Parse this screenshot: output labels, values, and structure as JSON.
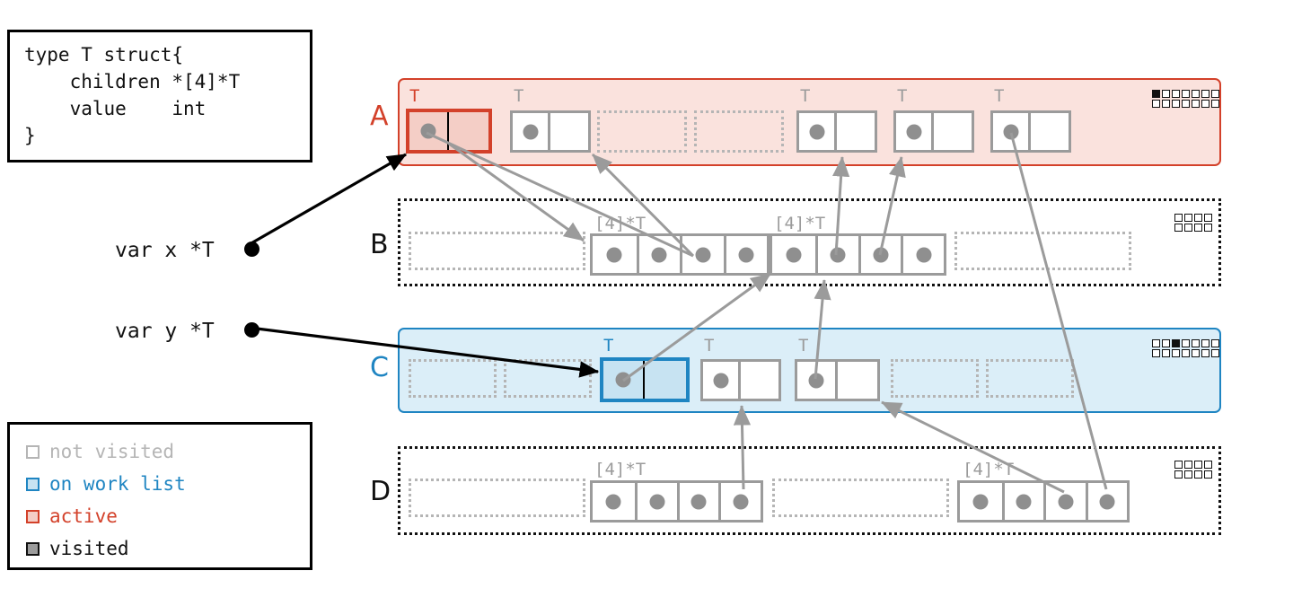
{
  "code_box": {
    "text": "type T struct{\n    children *[4]*T\n    value    int\n}"
  },
  "legend": {
    "items": [
      {
        "label": "not visited",
        "border": "#b5b5b5",
        "fill": "#ffffff",
        "text_color": "#b5b5b5"
      },
      {
        "label": "on work list",
        "border": "#1f85c2",
        "fill": "#c7e3f2",
        "text_color": "#1f85c2"
      },
      {
        "label": "active",
        "border": "#d3412a",
        "fill": "#f4cec6",
        "text_color": "#d3412a"
      },
      {
        "label": "visited",
        "border": "#111111",
        "fill": "#9b9b9b",
        "text_color": "#111111"
      }
    ]
  },
  "variables": [
    {
      "name": "var x *T",
      "points_to": "row-a-node-0"
    },
    {
      "name": "var y *T",
      "points_to": "row-c-node-2"
    }
  ],
  "rows": [
    {
      "id": "A",
      "label": "A",
      "label_color": "#d3412a",
      "style": "active",
      "memgrid": {
        "cols": 7,
        "rows": 2,
        "filled": [
          [
            0,
            0
          ]
        ]
      },
      "slots": [
        {
          "kind": "node",
          "state": "active",
          "type_tag": "T"
        },
        {
          "kind": "node",
          "state": "not-visited",
          "type_tag": "T"
        },
        {
          "kind": "empty"
        },
        {
          "kind": "empty"
        },
        {
          "kind": "node",
          "state": "not-visited",
          "type_tag": "T"
        },
        {
          "kind": "node",
          "state": "not-visited",
          "type_tag": "T"
        },
        {
          "kind": "node",
          "state": "not-visited",
          "type_tag": "T"
        }
      ]
    },
    {
      "id": "B",
      "label": "B",
      "label_color": "#111111",
      "style": "unmarked",
      "memgrid": {
        "cols": 4,
        "rows": 2,
        "filled": []
      },
      "slots": [
        {
          "kind": "empty-wide"
        },
        {
          "kind": "array",
          "type_tag": "[4]*T",
          "cells": 4
        },
        {
          "kind": "array",
          "type_tag": "[4]*T",
          "cells": 4
        },
        {
          "kind": "empty-wide"
        }
      ]
    },
    {
      "id": "C",
      "label": "C",
      "label_color": "#1f85c2",
      "style": "work-list",
      "memgrid": {
        "cols": 7,
        "rows": 2,
        "filled": [
          [
            0,
            2
          ]
        ]
      },
      "slots": [
        {
          "kind": "empty"
        },
        {
          "kind": "empty"
        },
        {
          "kind": "node",
          "state": "on-work-list",
          "type_tag": "T"
        },
        {
          "kind": "node",
          "state": "not-visited",
          "type_tag": "T"
        },
        {
          "kind": "node",
          "state": "not-visited",
          "type_tag": "T"
        },
        {
          "kind": "empty"
        },
        {
          "kind": "empty"
        }
      ]
    },
    {
      "id": "D",
      "label": "D",
      "label_color": "#111111",
      "style": "unmarked",
      "memgrid": {
        "cols": 4,
        "rows": 2,
        "filled": []
      },
      "slots": [
        {
          "kind": "empty-wide"
        },
        {
          "kind": "array",
          "type_tag": "[4]*T",
          "cells": 4
        },
        {
          "kind": "empty-wide"
        },
        {
          "kind": "array",
          "type_tag": "[4]*T",
          "cells": 4
        }
      ]
    }
  ],
  "colors": {
    "active": "#d3412a",
    "work_list": "#1f85c2",
    "not_visited": "#9b9b9b",
    "visited": "#111111",
    "active_fill": "#f4cec6",
    "worklist_fill": "#c7e3f2",
    "band_active": "#fae2dd",
    "band_work": "#dbeef8",
    "pointer": "#9b9b9b"
  }
}
